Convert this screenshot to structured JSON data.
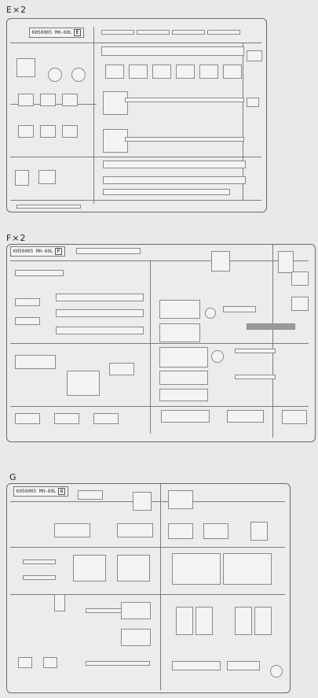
{
  "sections": [
    {
      "id": "E",
      "label": "E×2",
      "code": "KH50005 MH-60L",
      "letter": "E"
    },
    {
      "id": "F",
      "label": "F×2",
      "code": "KH50005 MH-60L",
      "letter": "F"
    },
    {
      "id": "G",
      "label": "G",
      "code": "KH50005 MH-60L",
      "letter": "G"
    }
  ]
}
